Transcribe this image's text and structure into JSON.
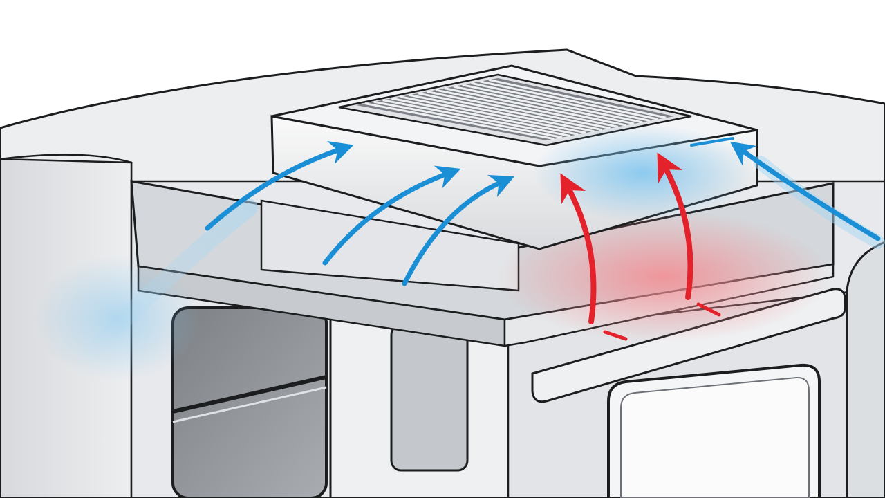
{
  "scene": {
    "subject": "rv-roof-air-conditioner-unit",
    "colors": {
      "background": "#ffffff",
      "body_panel": "#e4e6e9",
      "body_shade": "#c9ccd1",
      "roof_top": "#eeeff1",
      "window_glass": "#8e9297",
      "outline": "#1c1d1f",
      "ac_housing": "#f1f2f4",
      "grille": "#5b5f65",
      "cool_air": "#1b8fd6",
      "cool_glow": "#9fd3f2",
      "hot_air": "#e3222b",
      "hot_glow": "#f6b3b6"
    }
  },
  "airflow": {
    "cool_intake_arrows": 5,
    "hot_exhaust_arrows": 2
  }
}
